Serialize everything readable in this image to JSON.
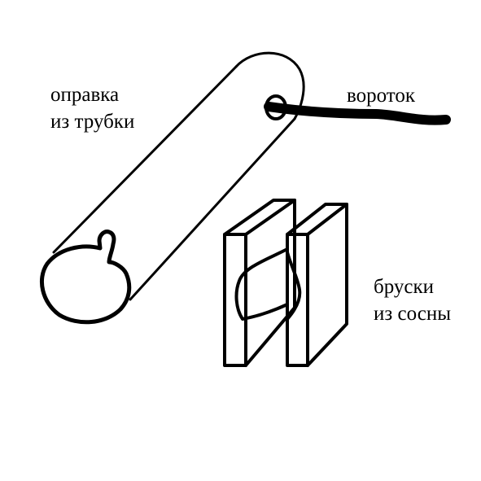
{
  "labels": {
    "mandrel": {
      "line1": "оправка",
      "line2": "из трубки"
    },
    "wrench": "вороток",
    "blocks": {
      "line1": "бруски",
      "line2": "из сосны"
    }
  },
  "colors": {
    "ink": "#000000",
    "background": "#ffffff"
  }
}
